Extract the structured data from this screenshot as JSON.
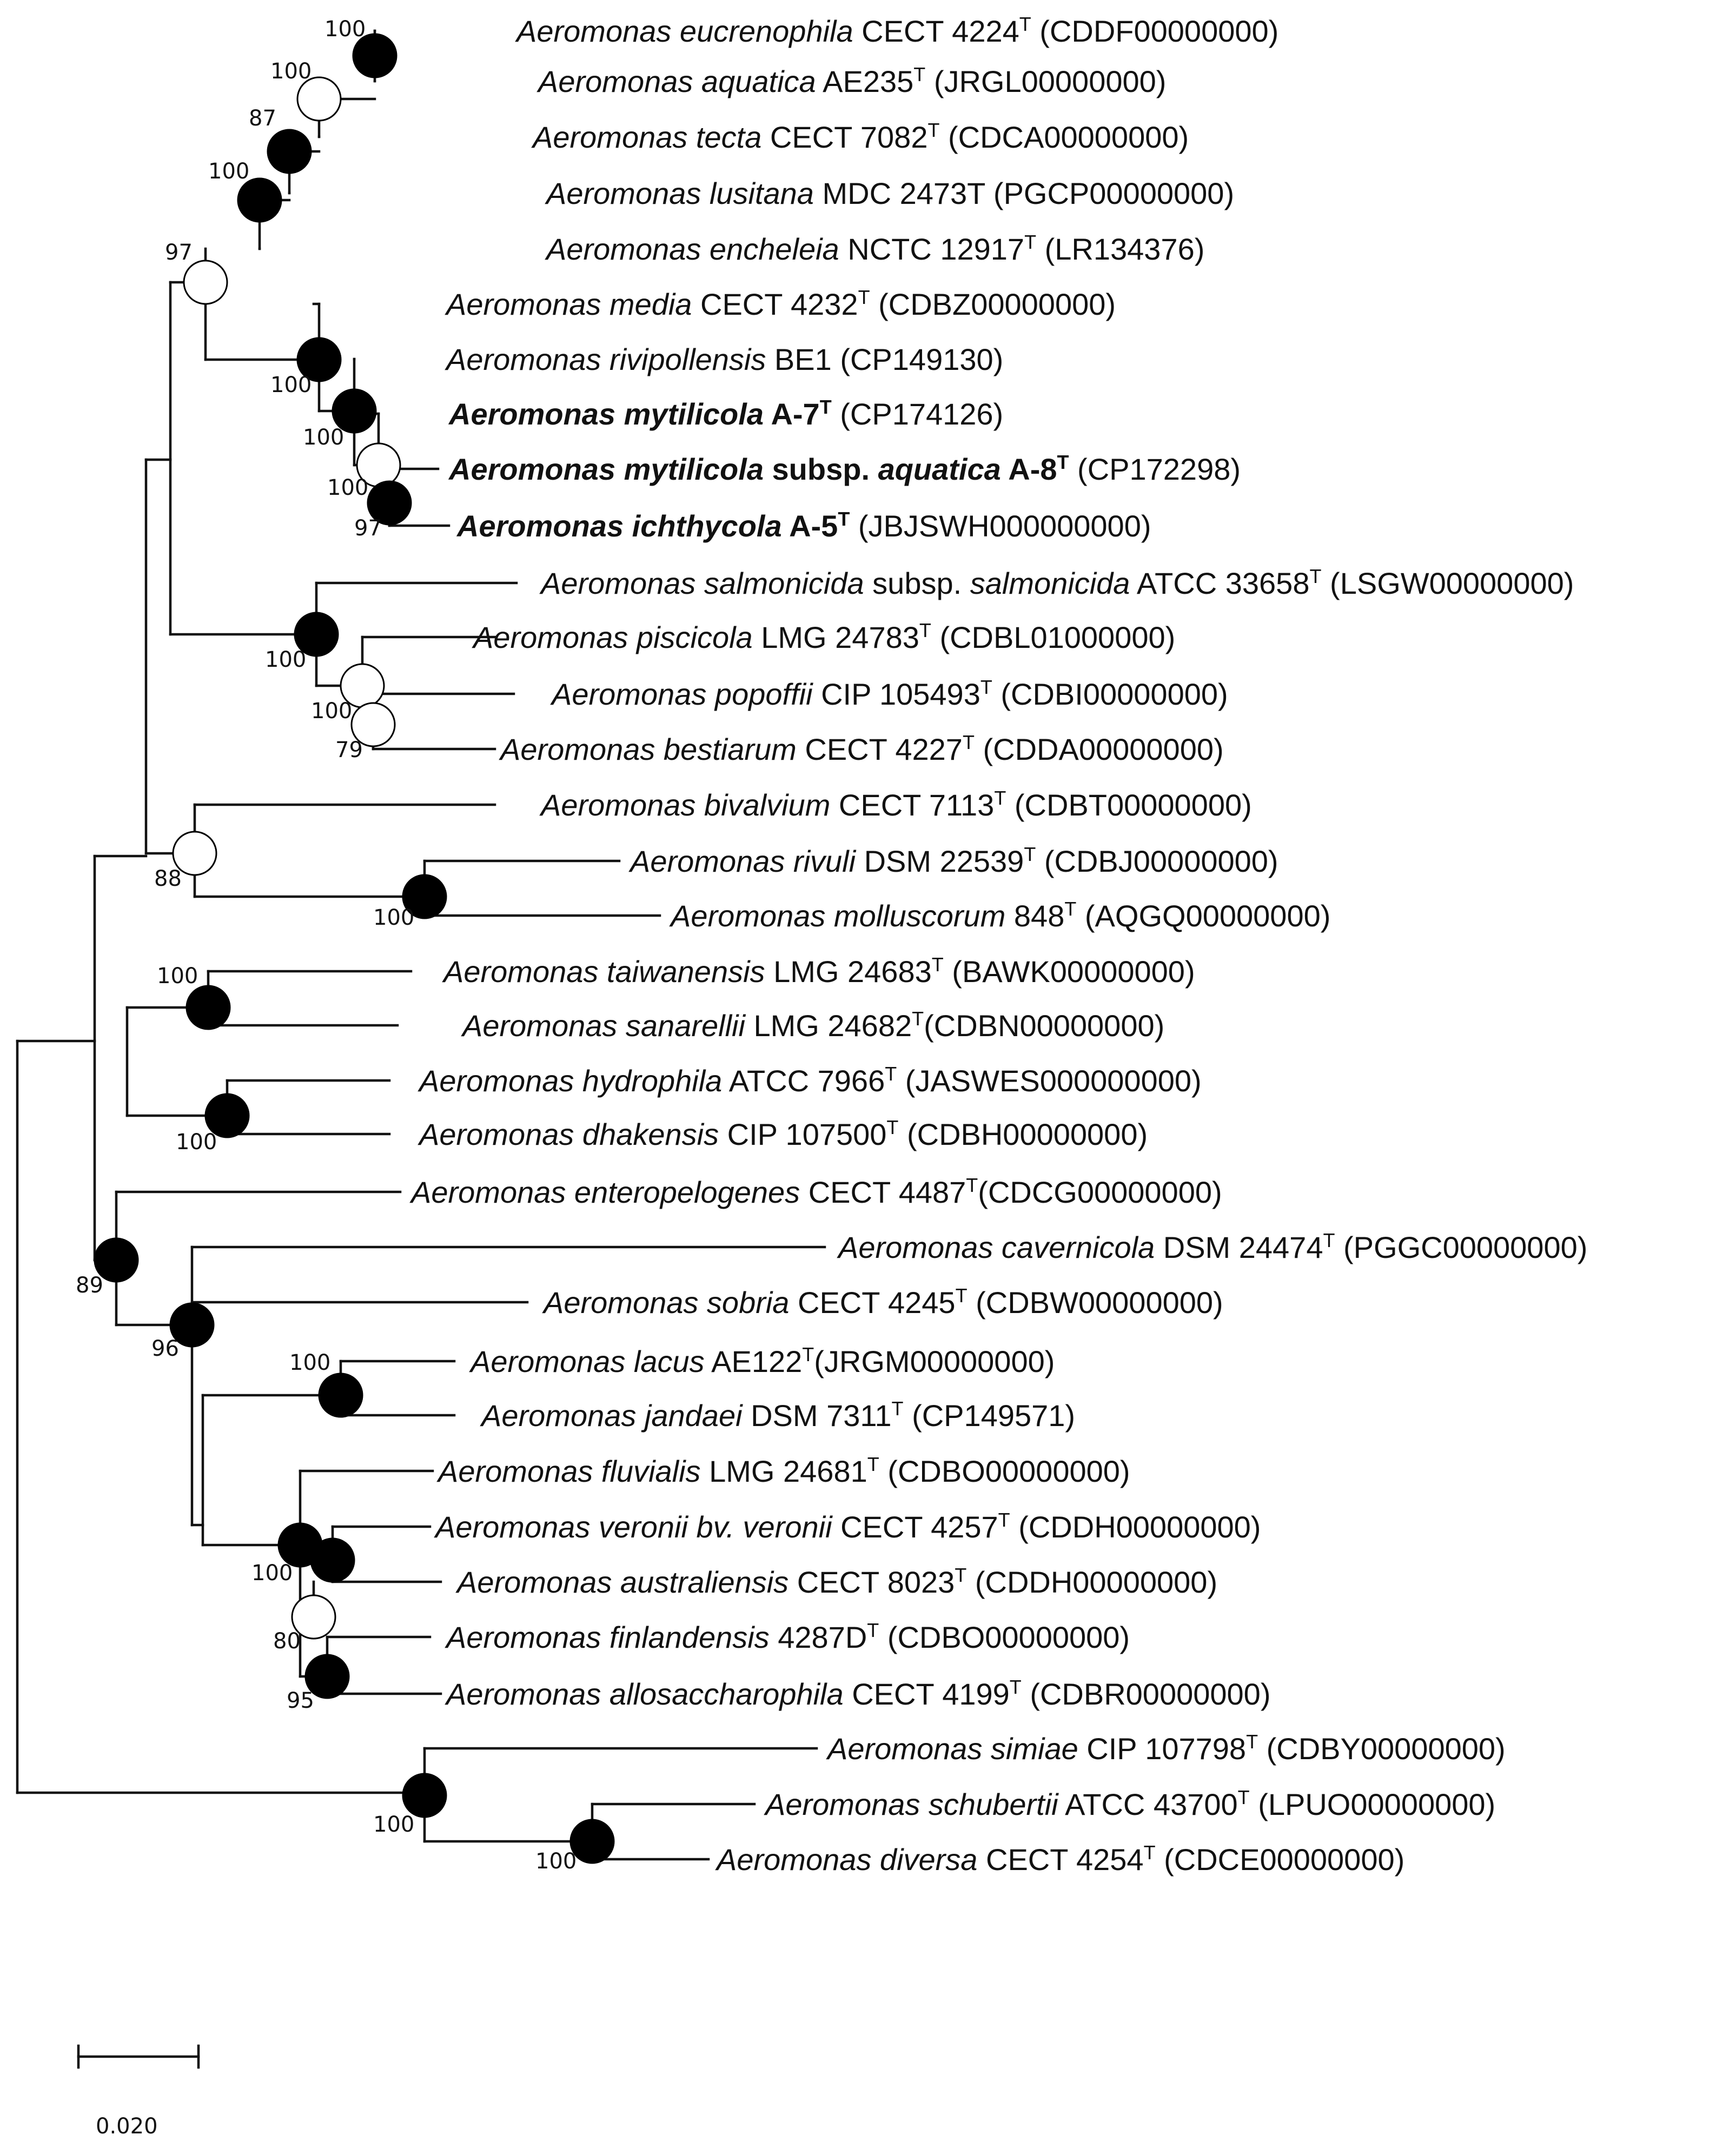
{
  "figure": {
    "scale_bar": {
      "label": "0.020"
    }
  },
  "taxa": [
    {
      "id": "t1",
      "parts": [
        {
          "t": "Aeromonas  eucrenophila",
          "i": true
        },
        {
          "t": " CECT  4224"
        },
        {
          "t": "T",
          "sup": true
        },
        {
          "t": " (CDDF00000000)"
        }
      ]
    },
    {
      "id": "t2",
      "parts": [
        {
          "t": "Aeromonas  aquatica",
          "i": true
        },
        {
          "t": "  AE235"
        },
        {
          "t": "T",
          "sup": true
        },
        {
          "t": " (JRGL00000000)"
        }
      ]
    },
    {
      "id": "t3",
      "parts": [
        {
          "t": "Aeromonas  tecta",
          "i": true
        },
        {
          "t": "  CECT  7082"
        },
        {
          "t": "T",
          "sup": true
        },
        {
          "t": " (CDCA00000000)"
        }
      ]
    },
    {
      "id": "t4",
      "parts": [
        {
          "t": "Aeromonas  lusitana",
          "i": true
        },
        {
          "t": "  MDC  2473T  (PGCP00000000)"
        }
      ]
    },
    {
      "id": "t5",
      "parts": [
        {
          "t": "Aeromonas  encheleia",
          "i": true
        },
        {
          "t": "  NCTC 12917"
        },
        {
          "t": "T",
          "sup": true
        },
        {
          "t": " (LR134376)"
        }
      ]
    },
    {
      "id": "t6",
      "parts": [
        {
          "t": "Aeromonas  media",
          "i": true
        },
        {
          "t": "  CECT  4232"
        },
        {
          "t": "T",
          "sup": true
        },
        {
          "t": " (CDBZ00000000)"
        }
      ]
    },
    {
      "id": "t7",
      "parts": [
        {
          "t": "Aeromonas  rivipollensis",
          "i": true
        },
        {
          "t": "  BE1  (CP149130)"
        }
      ]
    },
    {
      "id": "t8",
      "parts": [
        {
          "t": "Aeromonas  mytilicola",
          "i": true,
          "b": true
        },
        {
          "t": " A-7",
          "b": true
        },
        {
          "t": "T",
          "sup": true,
          "b": true
        },
        {
          "t": " (CP174126)"
        }
      ]
    },
    {
      "id": "t9",
      "parts": [
        {
          "t": "Aeromonas  mytilicola",
          "i": true,
          "b": true
        },
        {
          "t": " subsp. ",
          "b": true
        },
        {
          "t": "aquatica",
          "i": true,
          "b": true
        },
        {
          "t": " A-8",
          "b": true
        },
        {
          "t": "T",
          "sup": true,
          "b": true
        },
        {
          "t": " (CP172298)"
        }
      ]
    },
    {
      "id": "t10",
      "parts": [
        {
          "t": "Aeromonas ichthycola",
          "i": true,
          "b": true
        },
        {
          "t": " A-5",
          "b": true
        },
        {
          "t": "T",
          "sup": true,
          "b": true
        },
        {
          "t": " (JBJSWH000000000)"
        }
      ]
    },
    {
      "id": "t11",
      "parts": [
        {
          "t": "Aeromonas  salmonicida",
          "i": true
        },
        {
          "t": "  subsp.  "
        },
        {
          "t": "salmonicida",
          "i": true
        },
        {
          "t": "  ATCC  33658"
        },
        {
          "t": "T",
          "sup": true
        },
        {
          "t": "  (LSGW00000000)"
        }
      ]
    },
    {
      "id": "t12",
      "parts": [
        {
          "t": "Aeromonas  piscicola",
          "i": true
        },
        {
          "t": "  LMG  24783"
        },
        {
          "t": "T",
          "sup": true
        },
        {
          "t": "  (CDBL01000000)"
        }
      ]
    },
    {
      "id": "t13",
      "parts": [
        {
          "t": "Aeromonas  popoffii",
          "i": true
        },
        {
          "t": "  CIP  105493"
        },
        {
          "t": "T",
          "sup": true
        },
        {
          "t": "  (CDBI00000000)"
        }
      ]
    },
    {
      "id": "t14",
      "parts": [
        {
          "t": "Aeromonas bestiarum",
          "i": true
        },
        {
          "t": " CECT  4227"
        },
        {
          "t": "T",
          "sup": true
        },
        {
          "t": "  (CDDA00000000)"
        }
      ]
    },
    {
      "id": "t15",
      "parts": [
        {
          "t": "Aeromonas bivalvium",
          "i": true
        },
        {
          "t": " CECT  7113"
        },
        {
          "t": "T",
          "sup": true
        },
        {
          "t": "  (CDBT00000000)"
        }
      ]
    },
    {
      "id": "t16",
      "parts": [
        {
          "t": "Aeromonas rivuli",
          "i": true
        },
        {
          "t": "  DSM 22539"
        },
        {
          "t": "T",
          "sup": true
        },
        {
          "t": "  (CDBJ00000000)"
        }
      ]
    },
    {
      "id": "t17",
      "parts": [
        {
          "t": "Aeromonas molluscorum",
          "i": true
        },
        {
          "t": " 848"
        },
        {
          "t": "T",
          "sup": true
        },
        {
          "t": "  (AQGQ00000000)"
        }
      ]
    },
    {
      "id": "t18",
      "parts": [
        {
          "t": "Aeromonas taiwanensis",
          "i": true
        },
        {
          "t": " LMG  24683"
        },
        {
          "t": "T",
          "sup": true
        },
        {
          "t": "  (BAWK00000000)"
        }
      ]
    },
    {
      "id": "t19",
      "parts": [
        {
          "t": "Aeromonas  sanarellii",
          "i": true
        },
        {
          "t": "  LMG  24682"
        },
        {
          "t": "T",
          "sup": true
        },
        {
          "t": "(CDBN00000000)"
        }
      ]
    },
    {
      "id": "t20",
      "parts": [
        {
          "t": "Aeromonas  hydrophila",
          "i": true
        },
        {
          "t": "  ATCC  7966"
        },
        {
          "t": "T",
          "sup": true
        },
        {
          "t": "  (JASWES000000000)"
        }
      ]
    },
    {
      "id": "t21",
      "parts": [
        {
          "t": "Aeromonas  dhakensis",
          "i": true
        },
        {
          "t": " CIP  107500"
        },
        {
          "t": "T",
          "sup": true
        },
        {
          "t": " (CDBH00000000)"
        }
      ]
    },
    {
      "id": "t22",
      "parts": [
        {
          "t": "Aeromonas  enteropelogenes",
          "i": true
        },
        {
          "t": " CECT  4487"
        },
        {
          "t": "T",
          "sup": true
        },
        {
          "t": "(CDCG00000000)"
        }
      ]
    },
    {
      "id": "t23",
      "parts": [
        {
          "t": "Aeromonas  cavernicola",
          "i": true
        },
        {
          "t": "  DSM  24474"
        },
        {
          "t": "T",
          "sup": true
        },
        {
          "t": "  (PGGC00000000)"
        }
      ]
    },
    {
      "id": "t24",
      "parts": [
        {
          "t": "Aeromonas  sobria",
          "i": true
        },
        {
          "t": "  CECT  4245"
        },
        {
          "t": "T",
          "sup": true
        },
        {
          "t": " (CDBW00000000)"
        }
      ]
    },
    {
      "id": "t25",
      "parts": [
        {
          "t": "Aeromonas  lacus",
          "i": true
        },
        {
          "t": " AE122"
        },
        {
          "t": "T",
          "sup": true
        },
        {
          "t": "(JRGM00000000)"
        }
      ]
    },
    {
      "id": "t26",
      "parts": [
        {
          "t": "Aeromonas  jandaei",
          "i": true
        },
        {
          "t": "  DSM  7311"
        },
        {
          "t": "T",
          "sup": true
        },
        {
          "t": "  (CP149571)"
        }
      ]
    },
    {
      "id": "t27",
      "parts": [
        {
          "t": "Aeromonas  fluvialis",
          "i": true
        },
        {
          "t": " LMG  24681"
        },
        {
          "t": "T",
          "sup": true
        },
        {
          "t": "  (CDBO00000000)"
        }
      ]
    },
    {
      "id": "t28",
      "parts": [
        {
          "t": "Aeromonas  veronii  bv.  veronii",
          "i": true
        },
        {
          "t": "  CECT  4257"
        },
        {
          "t": "T",
          "sup": true
        },
        {
          "t": "  (CDDH00000000)"
        }
      ]
    },
    {
      "id": "t29",
      "parts": [
        {
          "t": "Aeromonas  australiensis",
          "i": true
        },
        {
          "t": " CECT  8023"
        },
        {
          "t": "T",
          "sup": true
        },
        {
          "t": "  (CDDH00000000)"
        }
      ]
    },
    {
      "id": "t30",
      "parts": [
        {
          "t": "Aeromonas  finlandensis",
          "i": true
        },
        {
          "t": " 4287D"
        },
        {
          "t": "T",
          "sup": true
        },
        {
          "t": "  (CDBO00000000)"
        }
      ]
    },
    {
      "id": "t31",
      "parts": [
        {
          "t": "Aeromonas  allosaccharophila",
          "i": true
        },
        {
          "t": "  CECT  4199"
        },
        {
          "t": "T",
          "sup": true
        },
        {
          "t": " (CDBR00000000)"
        }
      ]
    },
    {
      "id": "t32",
      "parts": [
        {
          "t": "Aeromonas  simiae",
          "i": true
        },
        {
          "t": "  CIP  107798"
        },
        {
          "t": "T",
          "sup": true
        },
        {
          "t": " (CDBY00000000)"
        }
      ]
    },
    {
      "id": "t33",
      "parts": [
        {
          "t": "Aeromonas  schubertii",
          "i": true
        },
        {
          "t": "  ATCC  43700"
        },
        {
          "t": "T",
          "sup": true
        },
        {
          "t": " (LPUO00000000)"
        }
      ]
    },
    {
      "id": "t34",
      "parts": [
        {
          "t": "Aeromonas  diversa",
          "i": true
        },
        {
          "t": "  CECT  4254"
        },
        {
          "t": "T",
          "sup": true
        },
        {
          "t": " (CDCE00000000)"
        }
      ]
    }
  ],
  "nodes": [
    {
      "id": "n_euc_aqu",
      "support": "100",
      "marker": "filled"
    },
    {
      "id": "n_euc_aqu_b",
      "support": "100",
      "marker": "open"
    },
    {
      "id": "n_tecta",
      "support": "87",
      "marker": "filled"
    },
    {
      "id": "n_lusitana",
      "support": "100",
      "marker": "filled"
    },
    {
      "id": "n_encheleia",
      "support": "97",
      "marker": "open"
    },
    {
      "id": "n_media",
      "support": "100",
      "marker": "filled"
    },
    {
      "id": "n_rivipollensis",
      "support": "100",
      "marker": "filled"
    },
    {
      "id": "n_mytilicola",
      "support": "100",
      "marker": "open"
    },
    {
      "id": "n_ichthycola",
      "support": "97",
      "marker": "filled"
    },
    {
      "id": "n_salmonicida",
      "support": "100",
      "marker": "filled"
    },
    {
      "id": "n_piscicola",
      "support": "100",
      "marker": "open"
    },
    {
      "id": "n_popoffii",
      "support": "79",
      "marker": "open"
    },
    {
      "id": "n_bivalvium",
      "support": "88",
      "marker": "open"
    },
    {
      "id": "n_rivuli",
      "support": "100",
      "marker": "filled"
    },
    {
      "id": "n_taiwanensis",
      "support": "100",
      "marker": "filled"
    },
    {
      "id": "n_hydrophila",
      "support": "100",
      "marker": "filled"
    },
    {
      "id": "n_entero",
      "support": "89",
      "marker": "filled"
    },
    {
      "id": "n_cavernicola",
      "support": "96",
      "marker": "filled"
    },
    {
      "id": "n_lacus",
      "support": "100",
      "marker": "filled"
    },
    {
      "id": "n_veronii_group",
      "support": "100",
      "marker": "filled"
    },
    {
      "id": "n_veronii",
      "support": "",
      "marker": "filled"
    },
    {
      "id": "n_australiensis",
      "support": "80",
      "marker": "open"
    },
    {
      "id": "n_finlandensis",
      "support": "95",
      "marker": "filled"
    },
    {
      "id": "n_simiae",
      "support": "100",
      "marker": "filled"
    },
    {
      "id": "n_schubertii",
      "support": "100",
      "marker": "filled"
    }
  ]
}
